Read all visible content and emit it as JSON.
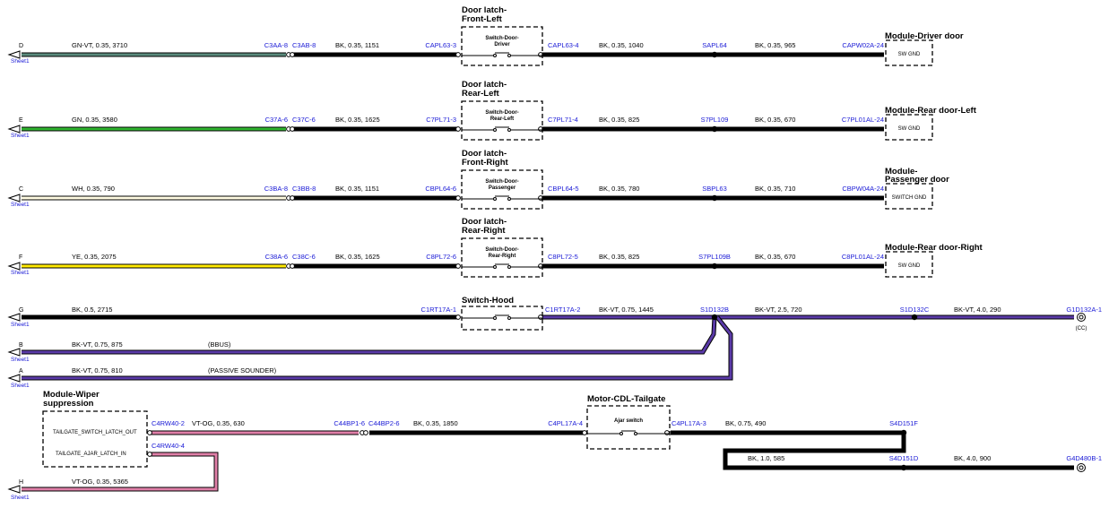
{
  "colors": {
    "BK": "#000000",
    "GN-VT": "#5a8a7c",
    "GN": "#2fb52f",
    "WH": "#fffbe2",
    "YE": "#ffea00",
    "BK-VT": "#5a3aa8",
    "VT-OG": "#e07fa8",
    "connector_text": "#1a1ad6"
  },
  "rows": [
    {
      "letter": "D",
      "sheet": "Sheet1",
      "left_wire": "GN-VT, 0.35, 3710",
      "conn_a": "C3AA-8",
      "conn_b": "C3AB-8",
      "mid_wire": "BK, 0.35, 1151",
      "latch_in": "CAPL63-3",
      "latch_out": "CAPL63-4",
      "title_l1": "Door latch-",
      "title_l2": "Front-Left",
      "sw_l1": "Switch-Door-",
      "sw_l2": "Driver",
      "sw_l3": "",
      "wire2": "BK, 0.35, 1040",
      "splice": "SAPL64",
      "wire3": "BK, 0.35, 965",
      "end_conn": "CAPW02A-24",
      "module_l1": "Module-Driver door",
      "module_l2": "",
      "module_box": "SW GND"
    },
    {
      "letter": "E",
      "sheet": "Sheet1",
      "left_wire": "GN, 0.35, 3580",
      "conn_a": "C37A-6",
      "conn_b": "C37C-6",
      "mid_wire": "BK, 0.35, 1625",
      "latch_in": "C7PL71-3",
      "latch_out": "C7PL71-4",
      "title_l1": "Door latch-",
      "title_l2": "Rear-Left",
      "sw_l1": "Switch-Door-",
      "sw_l2": "Rear-Left",
      "sw_l3": "",
      "wire2": "BK, 0.35, 825",
      "splice": "S7PL109",
      "wire3": "BK, 0.35, 670",
      "end_conn": "C7PL01AL-24",
      "module_l1": "Module-Rear door-Left",
      "module_l2": "",
      "module_box": "SW GND"
    },
    {
      "letter": "C",
      "sheet": "Sheet1",
      "left_wire": "WH, 0.35, 790",
      "conn_a": "C3BA-8",
      "conn_b": "C3BB-8",
      "mid_wire": "BK, 0.35, 1151",
      "latch_in": "CBPL64-6",
      "latch_out": "CBPL64-5",
      "title_l1": "Door latch-",
      "title_l2": "Front-Right",
      "sw_l1": "Switch-Door-",
      "sw_l2": "Passenger",
      "sw_l3": "",
      "wire2": "BK, 0.35, 780",
      "splice": "SBPL63",
      "wire3": "BK, 0.35, 710",
      "end_conn": "CBPW04A-24",
      "module_l1": "Module-",
      "module_l2": "Passenger door",
      "module_box": "SWITCH GND"
    },
    {
      "letter": "F",
      "sheet": "Sheet1",
      "left_wire": "YE, 0.35, 2075",
      "conn_a": "C38A-6",
      "conn_b": "C38C-6",
      "mid_wire": "BK, 0.35, 1625",
      "latch_in": "C8PL72-6",
      "latch_out": "C8PL72-5",
      "title_l1": "Door latch-",
      "title_l2": "Rear-Right",
      "sw_l1": "Switch-Door-",
      "sw_l2": "Rear-Right",
      "sw_l3": "",
      "wire2": "BK, 0.35, 825",
      "splice": "S7PL109B",
      "wire3": "BK, 0.35, 670",
      "end_conn": "C8PL01AL-24",
      "module_l1": "Module-Rear door-Right",
      "module_l2": "",
      "module_box": "SW GND"
    }
  ],
  "hood": {
    "letter": "G",
    "sheet": "Sheet1",
    "left_wire": "BK, 0.5, 2715",
    "conn_in": "C1RT17A-1",
    "conn_out": "C1RT17A-2",
    "title": "Switch-Hood",
    "wire2": "BK-VT, 0.75, 1445",
    "splice1": "S1D132B",
    "wire3": "BK-VT, 2.5, 720",
    "splice2": "S1D132C",
    "wire4": "BK-VT, 4.0, 290",
    "ground": "G1D132A-1",
    "ground_note": "(CC)"
  },
  "bk_vt_feeds": [
    {
      "letter": "B",
      "sheet": "Sheet1",
      "wire": "BK-VT, 0.75, 875",
      "note": "(BBUS)"
    },
    {
      "letter": "A",
      "sheet": "Sheet1",
      "wire": "BK-VT, 0.75, 810",
      "note": "(PASSIVE SOUNDER)"
    }
  ],
  "wiper": {
    "title_l1": "Module-Wiper",
    "title_l2": "suppression",
    "pin1": "TAILGATE_SWITCH_LATCH_OUT",
    "pin2": "TAILGATE_AJAR_LATCH_IN",
    "pin1_conn": "C4RW40-2",
    "pin2_conn": "C4RW40-4",
    "wire1": "VT-OG, 0.35, 630",
    "conn_a": "C44BP1-6",
    "conn_b": "C44BP2-6",
    "wire2": "BK, 0.35, 1850",
    "tg_in": "C4PL17A-4",
    "tg_out": "C4PL17A-3",
    "tg_title": "Motor-CDL-Tailgate",
    "tg_switch": "Ajar switch",
    "wire3": "BK, 0.75, 490",
    "splice1": "S4D151F",
    "wire4": "BK, 1.0, 585",
    "splice2": "S4D151D",
    "wire5": "BK, 4.0, 900",
    "ground": "G4D480B-1"
  },
  "h_feed": {
    "letter": "H",
    "sheet": "Sheet1",
    "wire": "VT-OG, 0.35, 5365"
  }
}
